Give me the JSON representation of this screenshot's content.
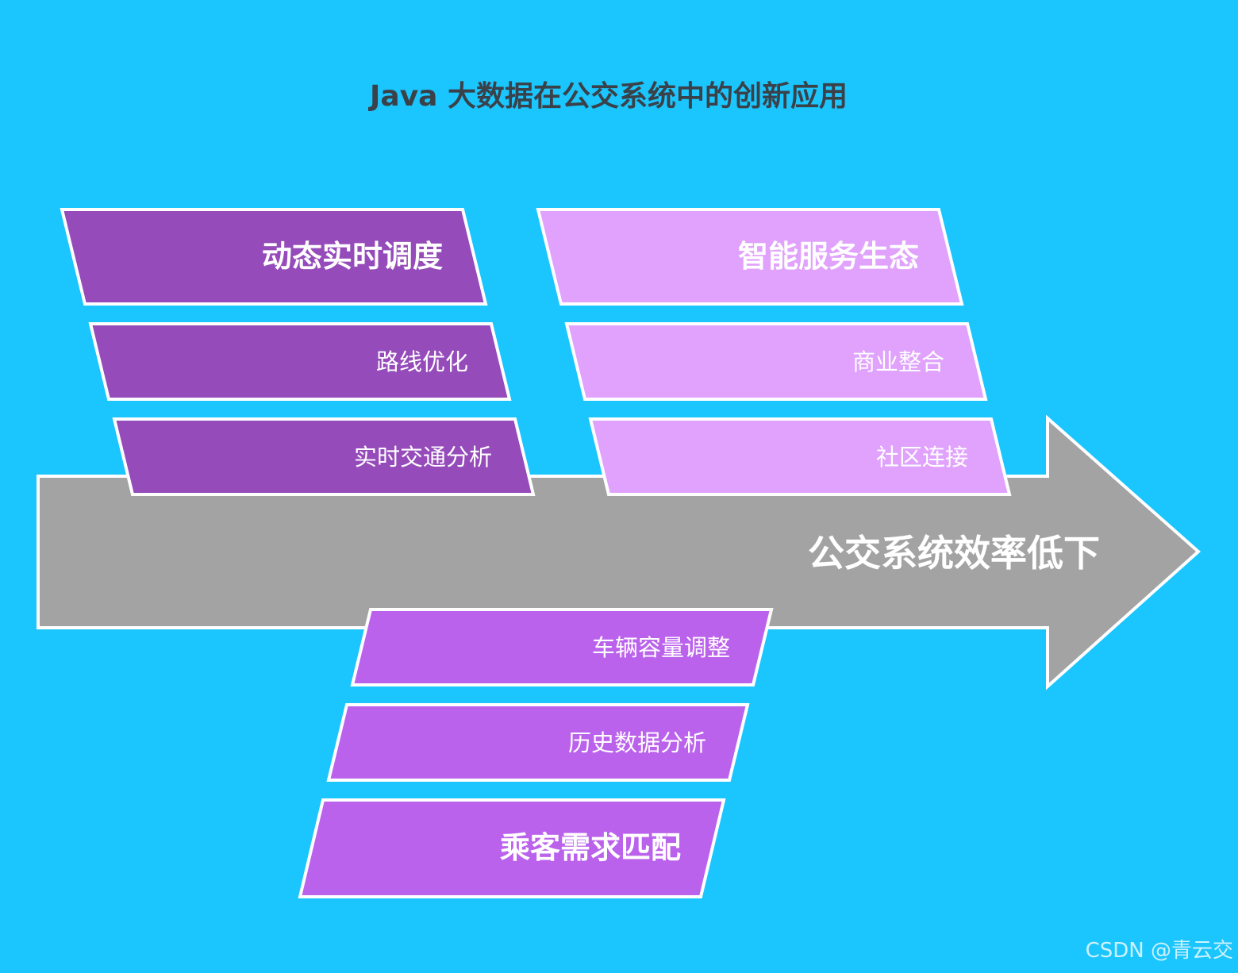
{
  "title": "Java 大数据在公交系统中的创新应用",
  "problem": "公交系统效率低下",
  "colors": {
    "background": "#1bc5fe",
    "arrow": "#a3a3a3",
    "group_dark": "#954bba",
    "group_light": "#e0a2fc",
    "group_mid": "#bb62ec",
    "stroke": "#ffffff"
  },
  "groups": {
    "dynamic": {
      "header": "动态实时调度",
      "items": [
        "路线优化",
        "实时交通分析"
      ]
    },
    "service": {
      "header": "智能服务生态",
      "items": [
        "商业整合",
        "社区连接"
      ]
    },
    "passenger": {
      "header": "乘客需求匹配",
      "items": [
        "车辆容量调整",
        "历史数据分析"
      ]
    }
  },
  "watermark": "CSDN @青云交"
}
